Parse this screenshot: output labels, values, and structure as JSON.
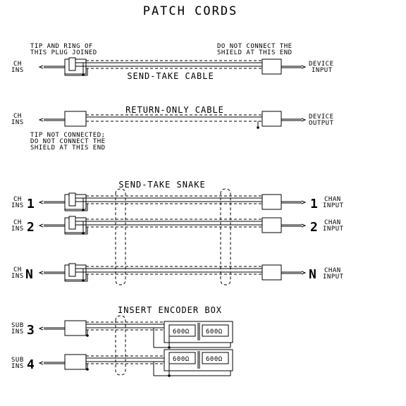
{
  "title": "PATCH CORDS",
  "section1": {
    "note_left": [
      "TIP AND RING OF",
      "THIS PLUG JOINED"
    ],
    "note_right": [
      "DO NOT CONNECT THE",
      "SHIELD AT THIS END"
    ],
    "label_left": [
      "CH",
      "INS"
    ],
    "label_right": [
      "DEVICE",
      "INPUT"
    ],
    "cable_label": "SEND-TAKE CABLE"
  },
  "section2": {
    "cable_label": "RETURN-ONLY CABLE",
    "label_left": [
      "CH",
      "INS"
    ],
    "label_right": [
      "DEVICE",
      "OUTPUT"
    ],
    "note": [
      "TIP NOT CONNECTED;",
      "DO NOT CONNECT THE",
      "SHIELD AT THIS END"
    ]
  },
  "section3": {
    "title": "SEND-TAKE SNAKE",
    "rows": [
      {
        "left": [
          "CH",
          "INS"
        ],
        "num": "1",
        "right": [
          "CHAN",
          "INPUT"
        ]
      },
      {
        "left": [
          "CH",
          "INS"
        ],
        "num": "2",
        "right": [
          "CHAN",
          "INPUT"
        ]
      },
      {
        "left": [
          "CH",
          "INS"
        ],
        "num": "N",
        "right": [
          "CHAN",
          "INPUT"
        ]
      }
    ]
  },
  "section4": {
    "title": "INSERT ENCODER BOX",
    "rows": [
      {
        "left": [
          "SUB",
          "INS"
        ],
        "num": "3",
        "impedance": "600Ω"
      },
      {
        "left": [
          "SUB",
          "INS"
        ],
        "num": "4",
        "impedance": "600Ω"
      }
    ]
  }
}
